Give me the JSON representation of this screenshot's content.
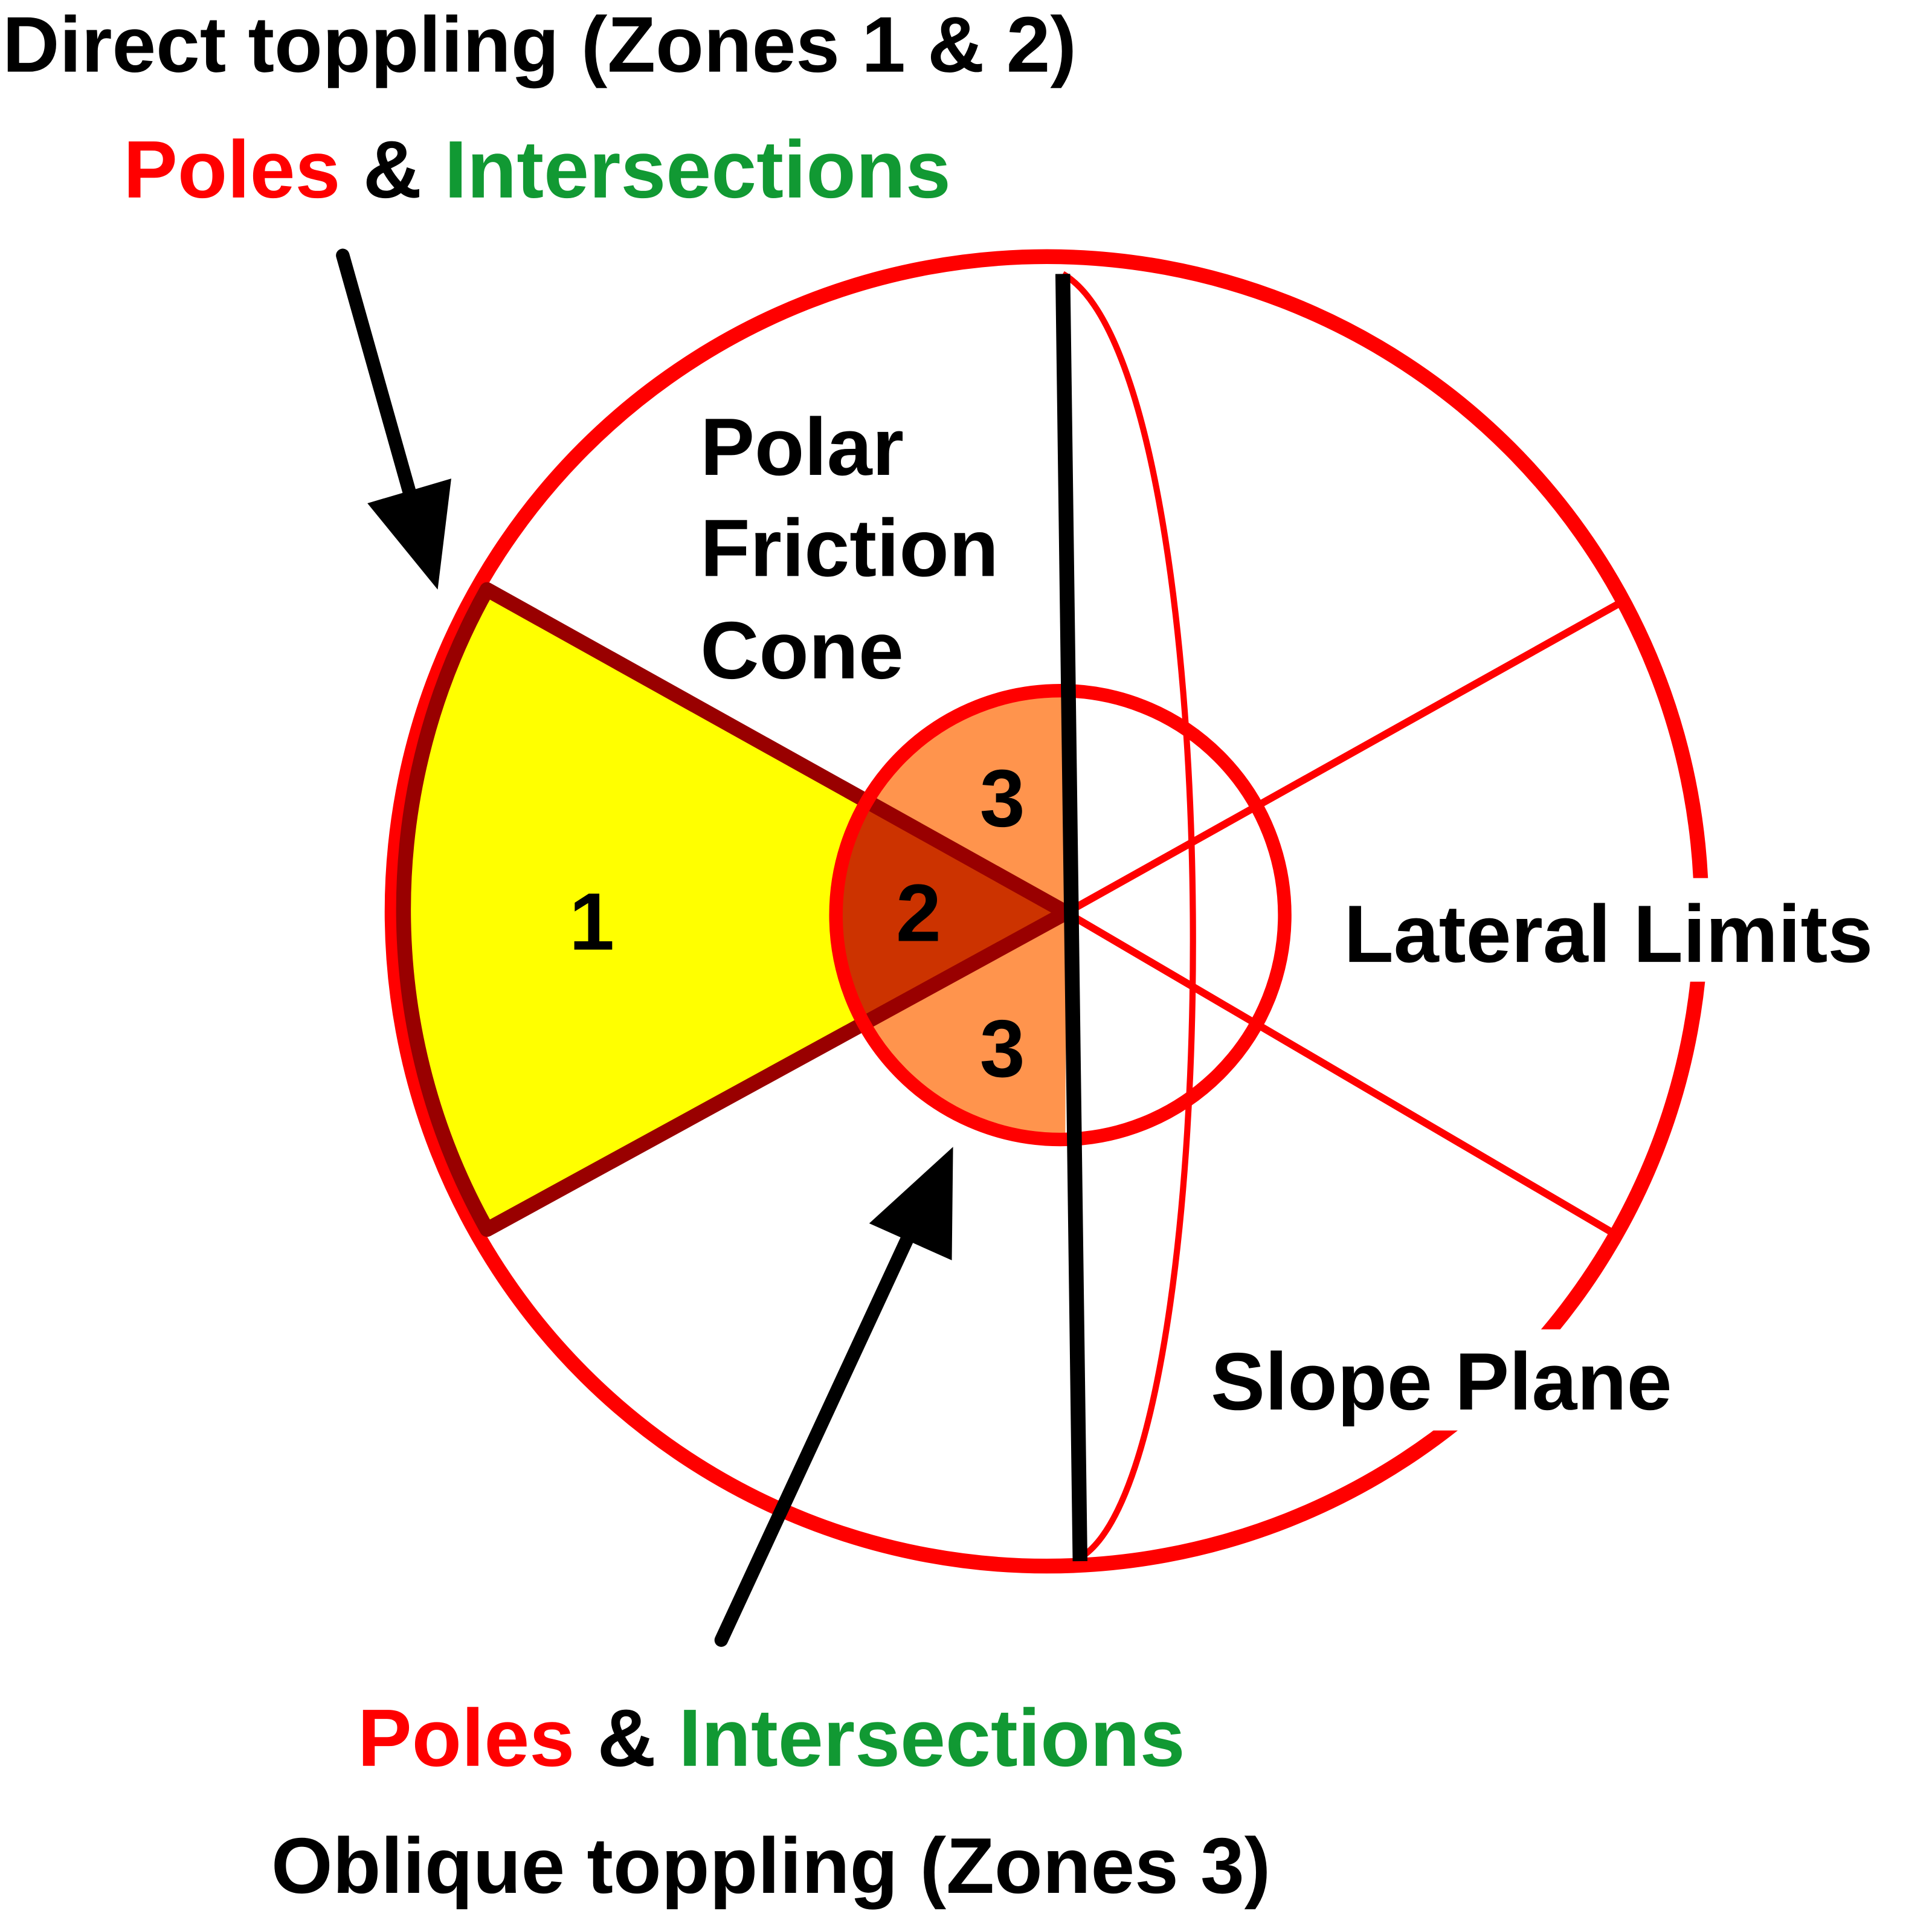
{
  "top": {
    "title": "Direct toppling (Zones 1 & 2)",
    "poles": "Poles",
    "amp": "&",
    "intersections": "Intersections"
  },
  "bottom": {
    "poles": "Poles",
    "amp": "&",
    "intersections": "Intersections",
    "title": "Oblique toppling (Zones 3)"
  },
  "labels": {
    "polar_friction_cone": [
      "Polar",
      "Friction",
      "Cone"
    ],
    "lateral_limits": "Lateral Limits",
    "slope_plane": "Slope Plane"
  },
  "zones": {
    "zone1": "1",
    "zone2": "2",
    "zone3_upper": "3",
    "zone3_lower": "3"
  },
  "colors": {
    "poles": "#ff0000",
    "intersections": "#119933",
    "zone1": "#ffff00",
    "zone2": "#cc3300",
    "zone3": "#ff944d",
    "wedge_border": "#990000",
    "net": "#ff0000"
  }
}
